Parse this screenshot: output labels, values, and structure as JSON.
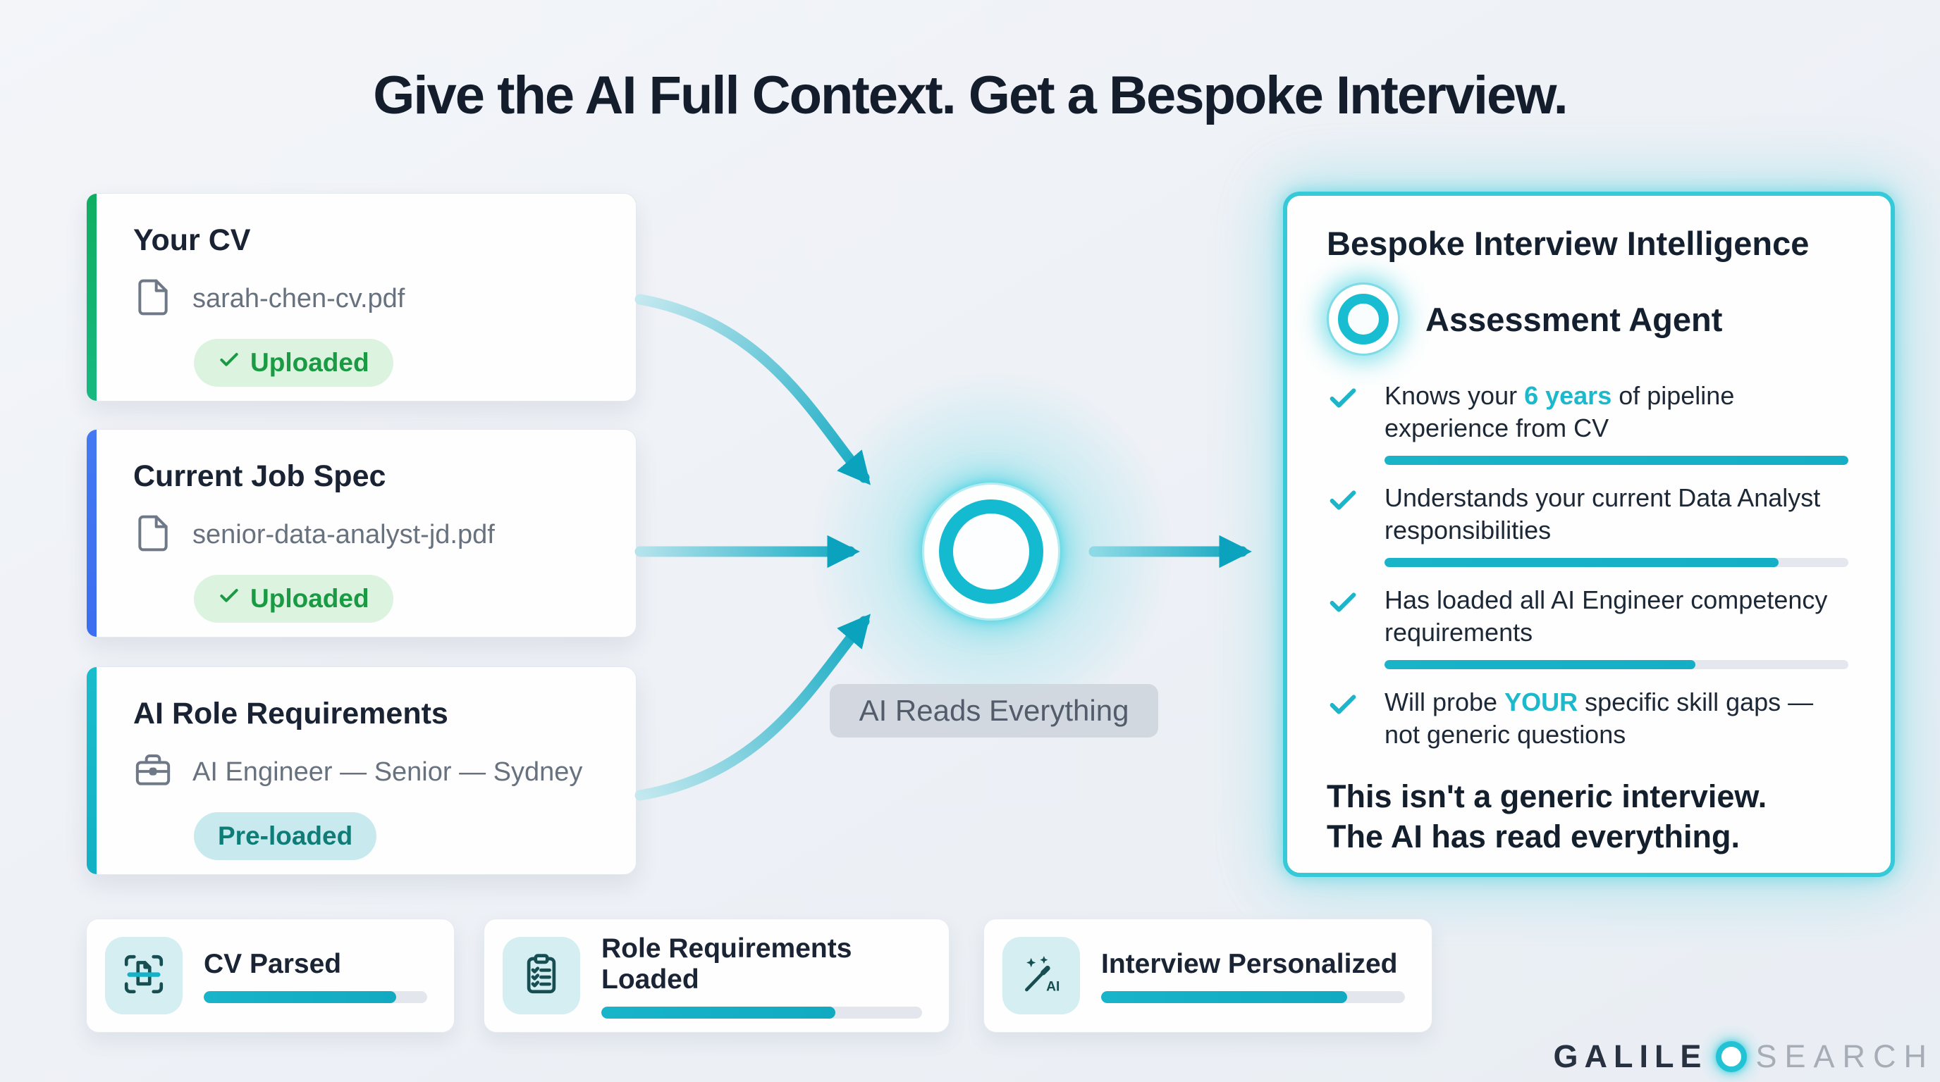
{
  "title": "Give the AI Full Context. Get a Bespoke Interview.",
  "colors": {
    "accent_teal": "#16b5c9",
    "navy": "#141d2c",
    "stripe_green": "#10b371",
    "stripe_blue": "#4379f2",
    "stripe_teal": "#19bccb",
    "badge_green_bg": "#dcf3e0",
    "badge_green_text": "#1a9a42",
    "badge_teal_bg": "#c8eaee",
    "badge_teal_text": "#0e7d78",
    "gray_text": "#68727f",
    "progress_track": "#e4e8ee",
    "panel_border": "#36c9d7",
    "label_pill_bg": "#d3d8df"
  },
  "input_cards": [
    {
      "title": "Your CV",
      "icon": "file-icon",
      "value": "sarah-chen-cv.pdf",
      "badge": "Uploaded",
      "badge_type": "success",
      "accent": "#10b371"
    },
    {
      "title": "Current Job Spec",
      "icon": "file-icon",
      "value": "senior-data-analyst-jd.pdf",
      "badge": "Uploaded",
      "badge_type": "success",
      "accent": "#4379f2"
    },
    {
      "title": "AI Role Requirements",
      "icon": "briefcase-icon",
      "value": "AI Engineer — Senior — Sydney",
      "badge": "Pre-loaded",
      "badge_type": "info",
      "accent": "#19bccb"
    }
  ],
  "center": {
    "label": "AI Reads Everything"
  },
  "panel": {
    "heading": "Bespoke Interview Intelligence",
    "agent_label": "Assessment Agent",
    "items": [
      {
        "text_before": "Knows your ",
        "highlight": "6 years",
        "text_after": " of pipeline experience from CV",
        "progress": 100
      },
      {
        "text_before": "Understands your current Data Analyst responsibilities",
        "highlight": "",
        "text_after": "",
        "progress": 85
      },
      {
        "text_before": "Has loaded all AI Engineer competency requirements",
        "highlight": "",
        "text_after": "",
        "progress": 67
      },
      {
        "text_before": "Will probe ",
        "highlight": "YOUR",
        "text_after": " specific skill gaps — not generic questions",
        "progress": null
      }
    ],
    "footer_line1": "This isn't a generic interview.",
    "footer_line2": "The AI has read everything."
  },
  "status_chips": [
    {
      "label": "CV Parsed",
      "icon": "scan-document-icon",
      "progress": 86
    },
    {
      "label": "Role Requirements Loaded",
      "icon": "clipboard-check-icon",
      "progress": 73
    },
    {
      "label": "Interview Personalized",
      "icon": "magic-wand-ai-icon",
      "icon_label": "AI",
      "progress": 81
    }
  ],
  "logo": {
    "part1": "GALILE",
    "part2": "SEARCH"
  }
}
